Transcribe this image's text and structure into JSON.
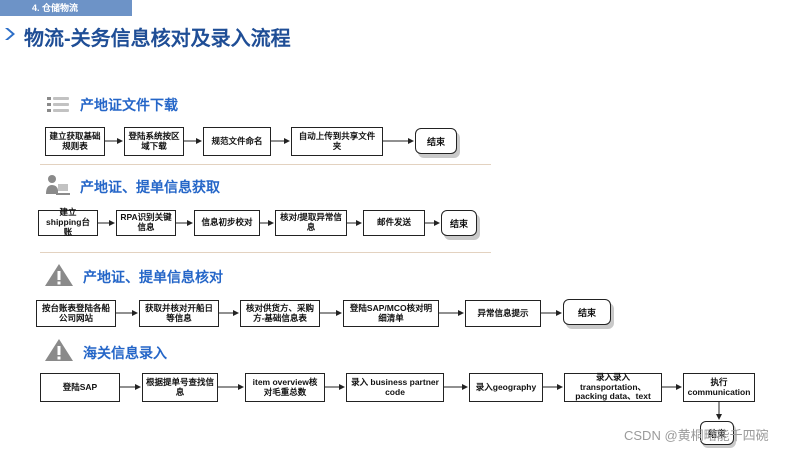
{
  "header": {
    "tag": "4. 仓储物流",
    "title": "物流-关务信息核对及录入流程"
  },
  "sections": [
    {
      "title": "产地证文件下载",
      "steps": [
        "建立获取基础规则表",
        "登陆系统按区域下载",
        "规范文件命名",
        "自动上传到共享文件夹"
      ],
      "end": "结束"
    },
    {
      "title": "产地证、提单信息获取",
      "steps": [
        "建立shipping台账",
        "RPA识别关键信息",
        "信息初步校对",
        "核对/提取异常信息",
        "邮件发送"
      ],
      "end": "结束"
    },
    {
      "title": "产地证、提单信息核对",
      "steps": [
        "按台账表登陆各船公司网站",
        "获取并核对开船日等信息",
        "核对供货方、采购方-基础信息表",
        "登陆SAP/MCO核对明细清单",
        "异常信息提示"
      ],
      "end": "结束"
    },
    {
      "title": "海关信息录入",
      "steps": [
        "登陆SAP",
        "根据提单号查找信息",
        "item overview核对毛重总数",
        "录入 business partner code",
        "录入geography",
        "录入录入transportation、packing data、text",
        "执行communication"
      ],
      "end": "结束"
    }
  ],
  "watermark": "CSDN @黄桐略能千四碗"
}
